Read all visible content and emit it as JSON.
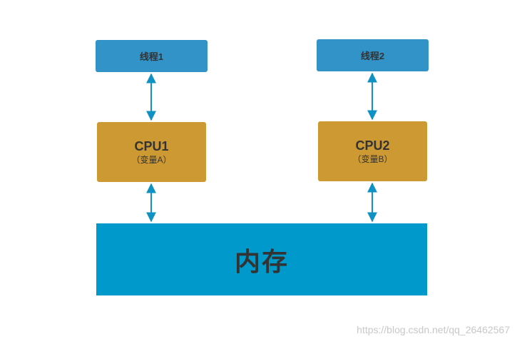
{
  "thread1": {
    "label": "线程1"
  },
  "thread2": {
    "label": "线程2"
  },
  "cpu1": {
    "title": "CPU1",
    "subtitle": "（变量A）"
  },
  "cpu2": {
    "title": "CPU2",
    "subtitle": "（变量B）"
  },
  "memory": {
    "label": "内存"
  },
  "watermark": "https://blog.csdn.net/qq_26462567",
  "colors": {
    "thread": "#3293c9",
    "cpu": "#cc9933",
    "memory": "#0099cc",
    "arrow": "#0f91c3",
    "text": "#333333"
  }
}
